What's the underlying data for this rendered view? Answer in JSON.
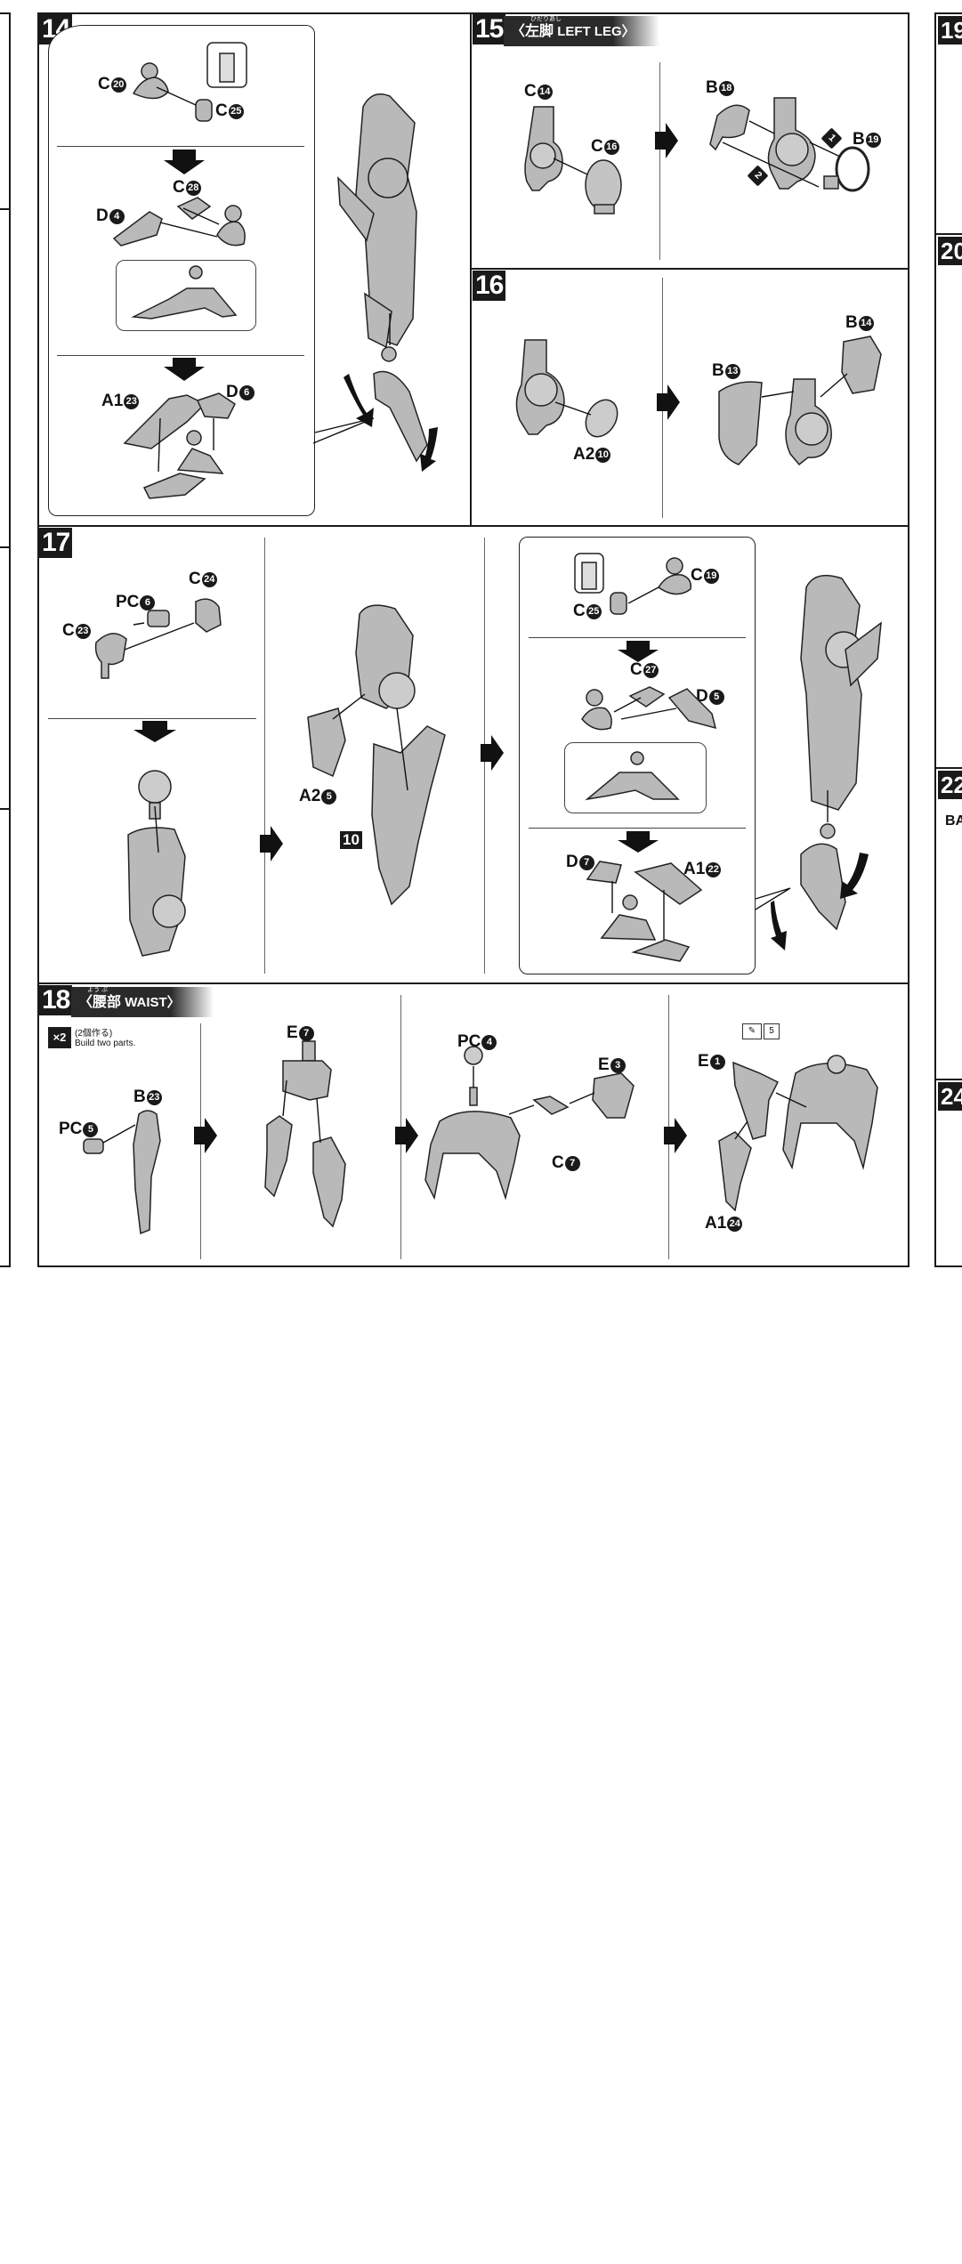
{
  "steps": {
    "s14": {
      "number": "14"
    },
    "s15": {
      "number": "15",
      "ruby": "ひだりあし",
      "title_jp": "〈左脚",
      "title_en": "LEFT LEG〉"
    },
    "s16": {
      "number": "16"
    },
    "s17": {
      "number": "17"
    },
    "s18": {
      "number": "18",
      "ruby": "よう ぶ",
      "title_jp": "〈腰部",
      "title_en": "WAIST〉",
      "multiplier": "×2",
      "note_jp": "(2個作る)",
      "note_en": "Build two parts."
    }
  },
  "labels": {
    "s14": [
      {
        "letter": "C",
        "num": "20"
      },
      {
        "letter": "C",
        "num": "25"
      },
      {
        "letter": "C",
        "num": "28"
      },
      {
        "letter": "D",
        "num": "4"
      },
      {
        "letter": "A1",
        "num": "23"
      },
      {
        "letter": "D",
        "num": "6"
      }
    ],
    "s15": [
      {
        "letter": "C",
        "num": "14"
      },
      {
        "letter": "C",
        "num": "16"
      },
      {
        "letter": "B",
        "num": "18"
      },
      {
        "letter": "B",
        "num": "19"
      },
      {
        "letter": "",
        "num": "1"
      },
      {
        "letter": "",
        "num": "2"
      }
    ],
    "s16": [
      {
        "letter": "A2",
        "num": "10"
      },
      {
        "letter": "B",
        "num": "13"
      },
      {
        "letter": "B",
        "num": "14"
      }
    ],
    "s17": [
      {
        "letter": "C",
        "num": "24"
      },
      {
        "letter": "PC",
        "num": "6"
      },
      {
        "letter": "C",
        "num": "23"
      },
      {
        "letter": "A2",
        "num": "5"
      },
      {
        "letter": "C",
        "num": "19"
      },
      {
        "letter": "C",
        "num": "25"
      },
      {
        "letter": "C",
        "num": "27"
      },
      {
        "letter": "D",
        "num": "5"
      },
      {
        "letter": "D",
        "num": "7"
      },
      {
        "letter": "A1",
        "num": "22"
      }
    ],
    "s17_ref": "10",
    "s18": [
      {
        "letter": "PC",
        "num": "5"
      },
      {
        "letter": "B",
        "num": "23"
      },
      {
        "letter": "E",
        "num": "7"
      },
      {
        "letter": "PC",
        "num": "4"
      },
      {
        "letter": "E",
        "num": "3"
      },
      {
        "letter": "C",
        "num": "7"
      },
      {
        "letter": "E",
        "num": "1"
      },
      {
        "letter": "A1",
        "num": "24"
      }
    ],
    "s18_tool": "5"
  },
  "side_steps": [
    "19",
    "20",
    "22",
    "24"
  ],
  "side_text": [
    "BA"
  ]
}
